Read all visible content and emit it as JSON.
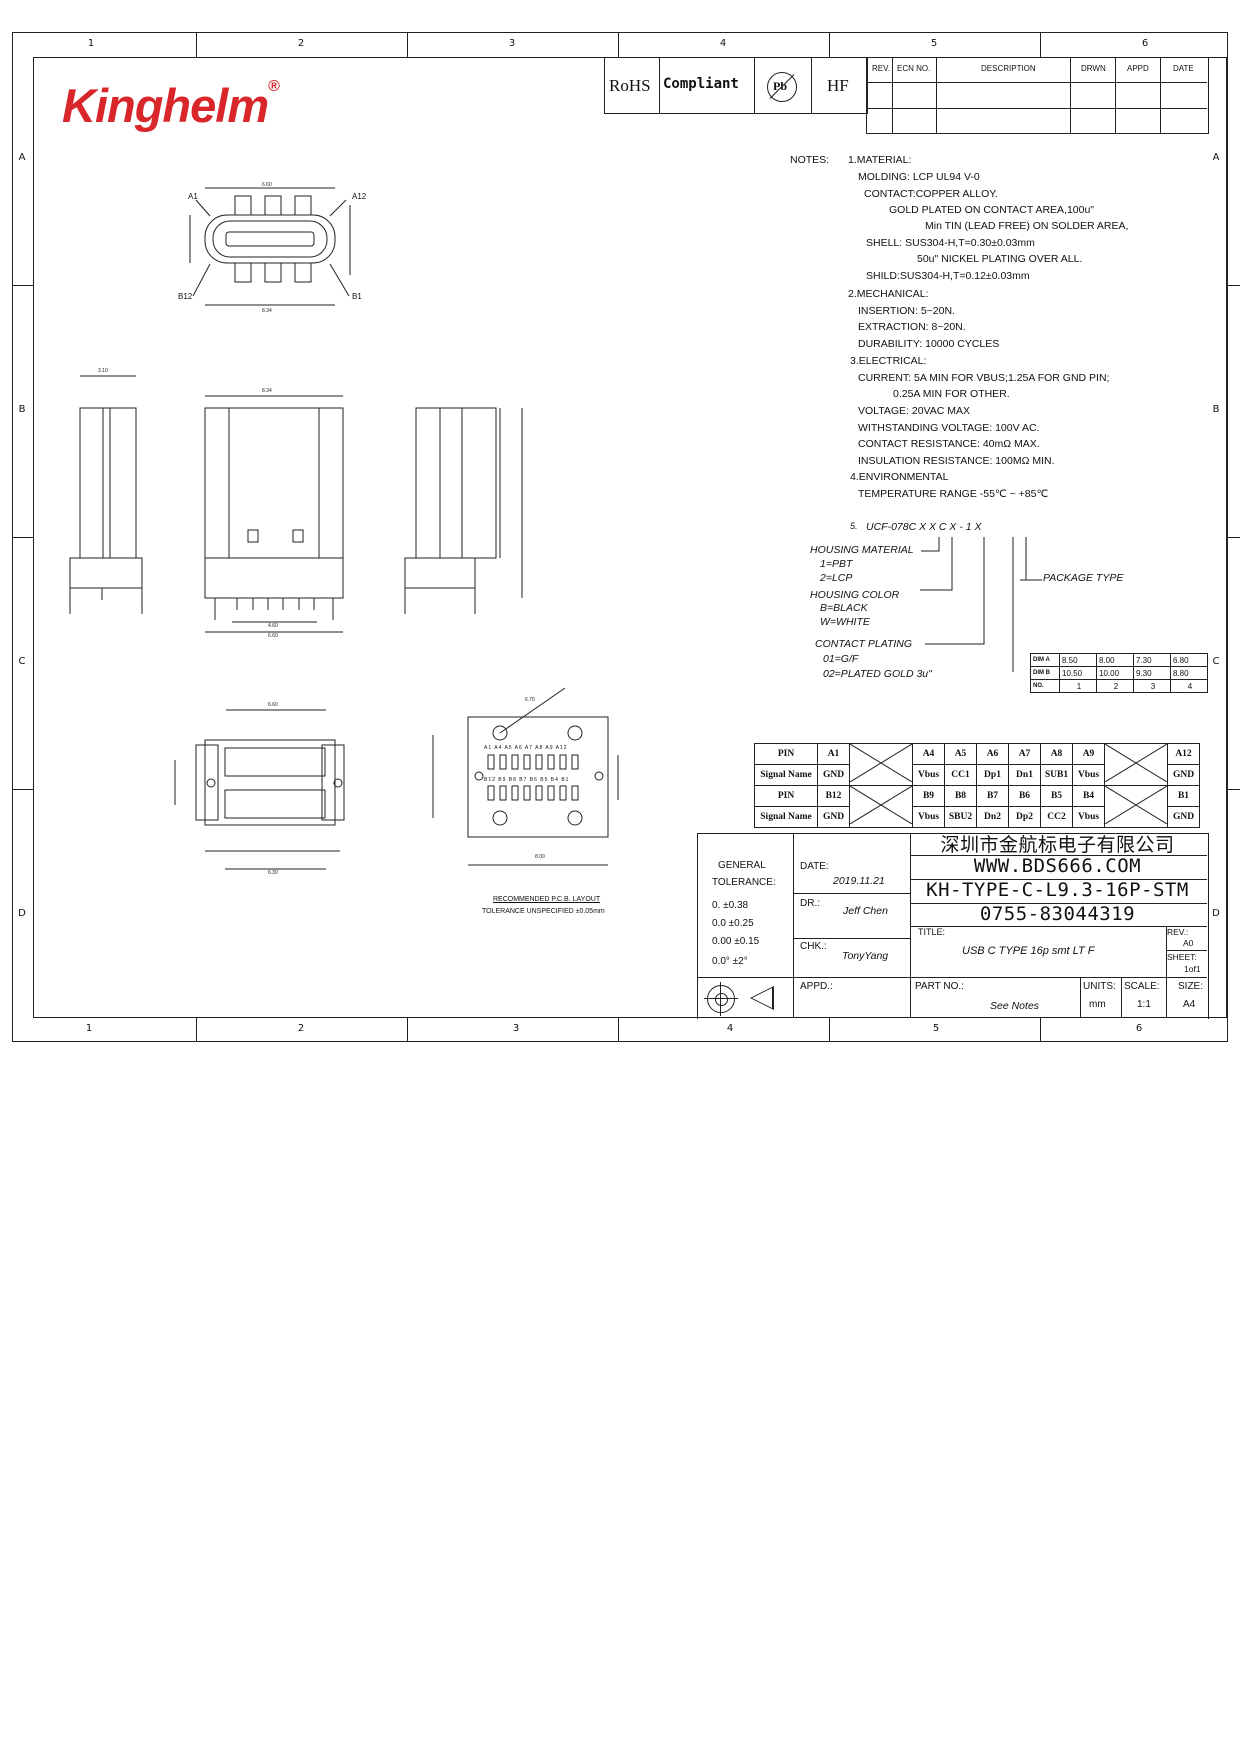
{
  "zones": {
    "columns": [
      "1",
      "2",
      "3",
      "4",
      "5",
      "6"
    ],
    "rows": [
      "A",
      "B",
      "C",
      "D"
    ]
  },
  "logo": {
    "text": "Kinghelm",
    "mark": "®"
  },
  "compliance": {
    "rohs": "RoHS",
    "compliant": "Compliant",
    "pb": "Pb",
    "hf": "HF"
  },
  "revision_table": {
    "headers": [
      "REV.",
      "ECN NO.",
      "DESCRIPTION",
      "DRWN",
      "APPD",
      "DATE"
    ]
  },
  "notes": {
    "label": "NOTES:",
    "lines": [
      "1.MATERIAL:",
      "MOLDING: LCP UL94 V-0",
      "CONTACT:COPPER ALLOY.",
      "GOLD PLATED ON CONTACT AREA,100u\"",
      "Min TIN (LEAD FREE) ON SOLDER AREA,",
      "SHELL: SUS304-H,T=0.30±0.03mm",
      "50u\" NICKEL PLATING OVER ALL.",
      "SHILD:SUS304-H,T=0.12±0.03mm",
      "2.MECHANICAL:",
      "INSERTION: 5~20N.",
      "EXTRACTION: 8~20N.",
      "DURABILITY: 10000 CYCLES",
      "3.ELECTRICAL:",
      "CURRENT: 5A MIN FOR VBUS;1.25A FOR GND PIN;",
      "0.25A MIN FOR OTHER.",
      "VOLTAGE: 20VAC MAX",
      "WITHSTANDING VOLTAGE: 100V AC.",
      "CONTACT RESISTANCE: 40mΩ MAX.",
      "INSULATION RESISTANCE: 100MΩ MIN.",
      "4.ENVIRONMENTAL",
      "TEMPERATURE RANGE -55℃ ~ +85℃"
    ]
  },
  "part_code": {
    "num": "5.",
    "code": "UCF-078C X X C X - 1 X",
    "housing_material": "HOUSING MATERIAL",
    "hm1": "1=PBT",
    "hm2": "2=LCP",
    "housing_color": "HOUSING COLOR",
    "hc1": "B=BLACK",
    "hc2": "W=WHITE",
    "contact_plating": "CONTACT PLATING",
    "cp1": "01=G/F",
    "cp2": "02=PLATED GOLD 3u\"",
    "package_type": "PACKAGE TYPE"
  },
  "dim_table": {
    "rows": [
      {
        "key": "DIM A",
        "vals": [
          "8.50",
          "8.00",
          "7.30",
          "6.80"
        ]
      },
      {
        "key": "DIM B",
        "vals": [
          "10.50",
          "10.00",
          "9.30",
          "8.80"
        ]
      },
      {
        "key": "NO.",
        "vals": [
          "1",
          "2",
          "3",
          "4"
        ]
      }
    ]
  },
  "pin_table": {
    "rows": [
      [
        "PIN",
        "A1",
        "",
        "A4",
        "A5",
        "A6",
        "A7",
        "A8",
        "A9",
        "",
        "A12"
      ],
      [
        "Signal Name",
        "GND",
        "",
        "Vbus",
        "CC1",
        "Dp1",
        "Dn1",
        "SUB1",
        "Vbus",
        "",
        "GND"
      ],
      [
        "PIN",
        "B12",
        "",
        "B9",
        "B8",
        "B7",
        "B6",
        "B5",
        "B4",
        "",
        "B1"
      ],
      [
        "Signal Name",
        "GND",
        "",
        "Vbus",
        "SBU2",
        "Dn2",
        "Dp2",
        "CC2",
        "Vbus",
        "",
        "GND"
      ]
    ]
  },
  "drawing_labels": {
    "a1": "A1",
    "a12": "A12",
    "b12": "B12",
    "b1": "B1",
    "pcb_title": "RECOMMENDED P.C.B. LAYOUT",
    "pcb_tol": "TOLERANCE UNSPECIFIED ±0.05mm",
    "pcb_top_pins": "A1 A4 A5 A6 A7 A8 A9 A12",
    "pcb_bot_pins": "B12 B9 B8 B7 B6 B5 B4 B1"
  },
  "title_block": {
    "general": "GENERAL",
    "tolerance": "TOLERANCE:",
    "tol_lines": [
      "0.  ±0.38",
      "0.0  ±0.25",
      "0.00 ±0.15",
      "0.0°  ±2°"
    ],
    "date_label": "DATE:",
    "date": "2019.11.21",
    "dr_label": "DR.:",
    "dr": "Jeff Chen",
    "chk_label": "CHK.:",
    "chk": "TonyYang",
    "appd_label": "APPD.:",
    "company": "深圳市金航标电子有限公司",
    "website": "WWW.BDS666.COM",
    "part": "KH-TYPE-C-L9.3-16P-STM",
    "phone": "0755-83044319",
    "title_label": "TITLE:",
    "title": "USB C TYPE 16p smt LT F",
    "rev_label": "REV.:",
    "rev": "A0",
    "sheet_label": "SHEET:",
    "sheet": "1of1",
    "partno_label": "PART NO.:",
    "partno": "See Notes",
    "units_label": "UNITS:",
    "units": "mm",
    "scale_label": "SCALE:",
    "scale": "1:1",
    "size_label": "SIZE:",
    "size": "A4"
  }
}
